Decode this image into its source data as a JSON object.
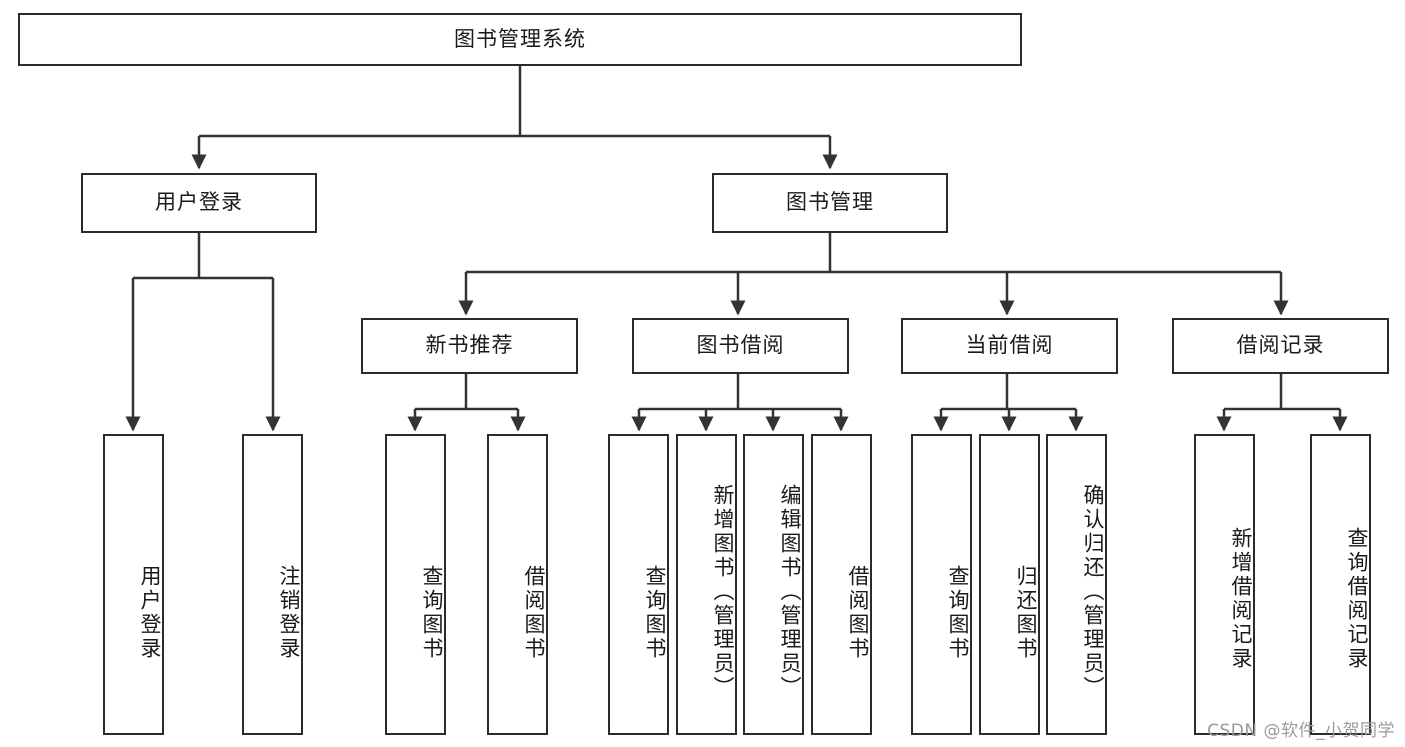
{
  "diagram": {
    "title": "图书管理系统",
    "type": "tree-hierarchy-chart",
    "watermark": "CSDN @软件_小贺同学",
    "colors": {
      "node_border": "#2b2b2b",
      "node_fill": "#ffffff",
      "edge": "#333333",
      "text": "#1a1a1a",
      "watermark": "#9a9a9a",
      "background": "#ffffff"
    },
    "root": {
      "label": "图书管理系统"
    },
    "level2": [
      {
        "label": "用户登录"
      },
      {
        "label": "图书管理"
      }
    ],
    "level3": [
      {
        "label": "新书推荐"
      },
      {
        "label": "图书借阅"
      },
      {
        "label": "当前借阅"
      },
      {
        "label": "借阅记录"
      }
    ],
    "leaves": {
      "user_login": [
        {
          "label": "用户登录"
        },
        {
          "label": "注销登录"
        }
      ],
      "new_book_recommend": [
        {
          "label": "查询图书"
        },
        {
          "label": "借阅图书"
        }
      ],
      "book_borrow": [
        {
          "label": "查询图书"
        },
        {
          "label": "新增图书（管理员）"
        },
        {
          "label": "编辑图书（管理员）"
        },
        {
          "label": "借阅图书"
        }
      ],
      "current_borrow": [
        {
          "label": "查询图书"
        },
        {
          "label": "归还图书"
        },
        {
          "label": "确认归还（管理员）"
        }
      ],
      "borrow_record": [
        {
          "label": "新增借阅记录"
        },
        {
          "label": "查询借阅记录"
        }
      ]
    }
  }
}
